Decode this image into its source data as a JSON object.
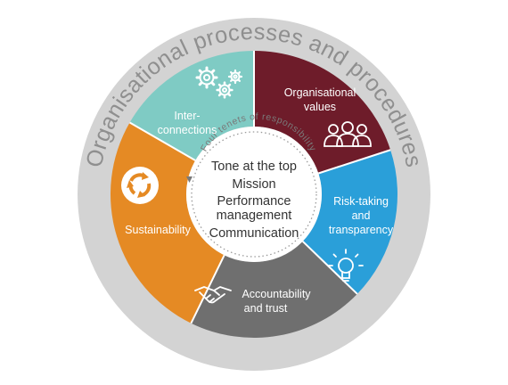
{
  "outer_ring": {
    "title": "Organisational processes and procedures"
  },
  "inner_ring": {
    "title": "Four tenets of responsibility"
  },
  "segments": [
    {
      "id": "interconnections",
      "lines": [
        "Inter-",
        "connections"
      ],
      "color": "#7fcbc4",
      "icon": "gears-icon"
    },
    {
      "id": "organisational-values",
      "lines": [
        "Organisational",
        "values"
      ],
      "color": "#6e1c2a",
      "icon": "people-group-icon"
    },
    {
      "id": "risk-taking-transparency",
      "lines": [
        "Risk-taking",
        "and",
        "transparency"
      ],
      "color": "#2a9fd9",
      "icon": "lightbulb-icon"
    },
    {
      "id": "accountability-trust",
      "lines": [
        "Accountability",
        "and trust"
      ],
      "color": "#6f6f6f",
      "icon": "handshake-icon"
    },
    {
      "id": "sustainability",
      "lines": [
        "Sustainability"
      ],
      "color": "#e58a24",
      "icon": "cycle-arrows-icon"
    }
  ],
  "center": {
    "lines": [
      "Tone at the top",
      "Mission",
      "Performance",
      "management",
      "Communication"
    ]
  },
  "colors": {
    "outer_ring": "#d3d3d3",
    "center_fill": "#ffffff",
    "divider": "#ffffff",
    "dotted_circle": "#9a9a9a"
  }
}
